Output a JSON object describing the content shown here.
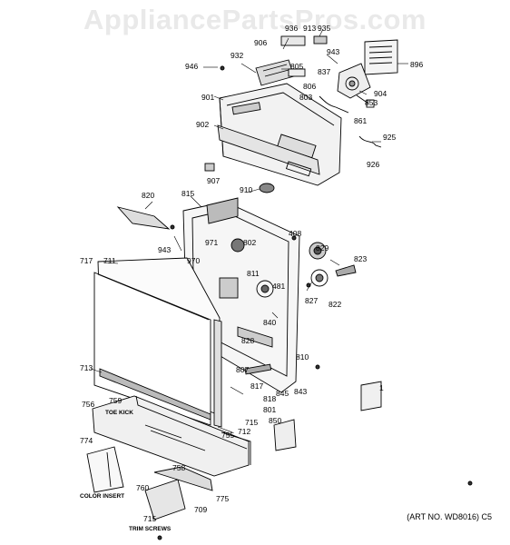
{
  "watermark": "AppliancePartsPros.com",
  "art_number": "(ART NO. WD8016) C5",
  "captions": {
    "toe_kick": "TOE KICK",
    "color_insert": "COLOR INSERT",
    "trim_screws": "TRIM SCREWS"
  },
  "callouts": {
    "c906": "906",
    "c936": "936",
    "c913": "913",
    "c935": "935",
    "c943a": "943",
    "c896": "896",
    "c946": "946",
    "c932": "932",
    "c805": "805",
    "c837": "837",
    "c806": "806",
    "c803": "803",
    "c904": "904",
    "c853": "853",
    "c901": "901",
    "c861": "861",
    "c902": "902",
    "c925": "925",
    "c926": "926",
    "c907": "907",
    "c910": "910",
    "c820": "820",
    "c815": "815",
    "c408": "408",
    "c829": "829",
    "c943b": "943",
    "c971": "971",
    "c802": "802",
    "c823": "823",
    "c970": "970",
    "c717": "717",
    "c711": "711",
    "c811": "811",
    "c481": "481",
    "c827": "827",
    "c822": "822",
    "c840": "840",
    "c828": "828",
    "c810": "810",
    "c713": "713",
    "c807": "807",
    "c817": "817",
    "c845": "845",
    "c843": "843",
    "c818": "818",
    "c801": "801",
    "c1": "1",
    "c756": "756",
    "c759": "759",
    "c715a": "715",
    "c850": "850",
    "c712": "712",
    "c755": "755",
    "c774": "774",
    "c758": "758",
    "c760": "760",
    "c775": "775",
    "c709": "709",
    "c715b": "715"
  }
}
